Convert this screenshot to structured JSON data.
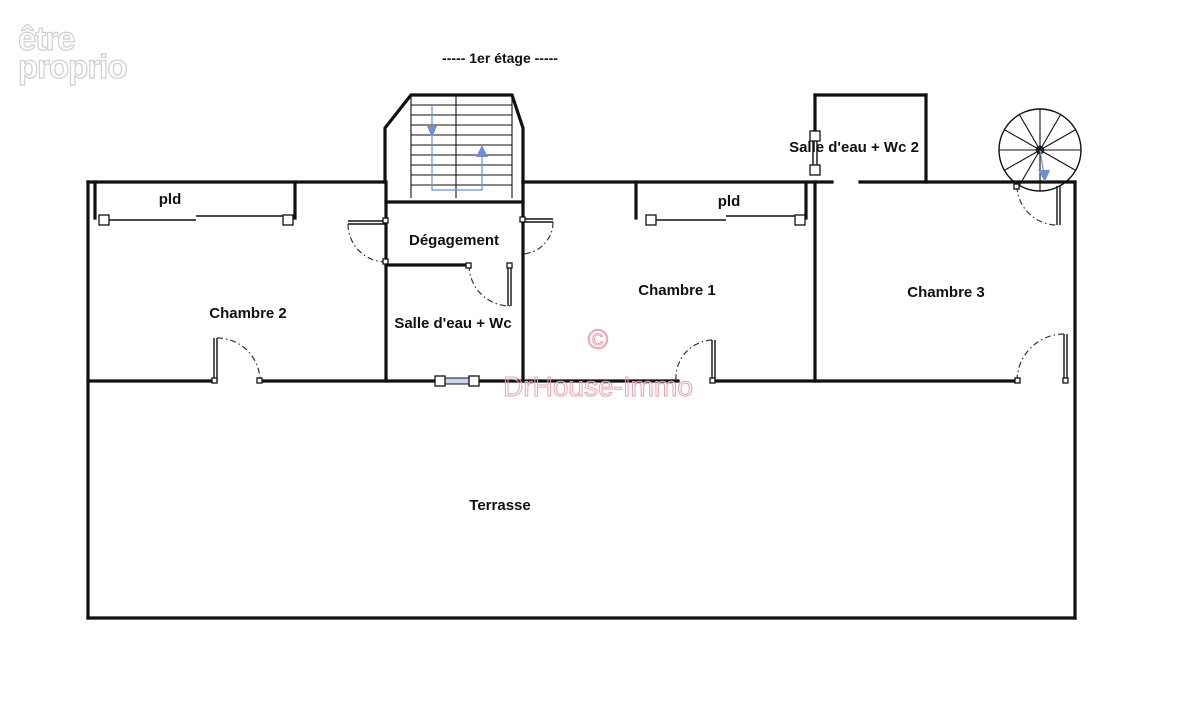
{
  "floor_title": "----- 1er étage -----",
  "rooms": {
    "chambre_2": "Chambre 2",
    "degagement": "Dégagement",
    "salle_eau_wc": "Salle d'eau + Wc",
    "chambre_1": "Chambre 1",
    "salle_eau_wc2": "Salle d'eau + Wc 2",
    "chambre_3": "Chambre 3",
    "terrasse": "Terrasse"
  },
  "closets": {
    "pld_left": "pld",
    "pld_right": "pld"
  },
  "watermark": {
    "copyright": "©",
    "text": "DrHouse-Immo"
  },
  "logo": {
    "line1": "être",
    "line2": "proprio"
  },
  "colors": {
    "wall": "#111111",
    "stair_arrow": "#6f8fd6",
    "watermark": "#e6a3ae"
  }
}
